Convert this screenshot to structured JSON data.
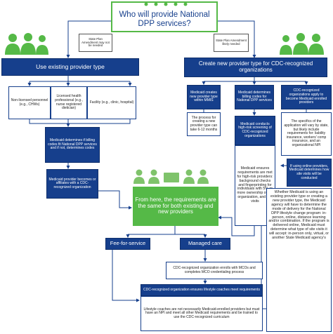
{
  "title": "Who will provide National DPP services?",
  "notes": {
    "left": "State Plan Amendment may not be needed",
    "right": "State Plan Amendment likely needed"
  },
  "use_existing": {
    "header": "Use existing provider type",
    "options": [
      "Non-licensed personnel (e.g., CHWs)",
      "Licensed health professional (e.g., nurse registered dietician)",
      "Facility (e.g., clinic, hospital)"
    ],
    "billing": "Medicaid determines if billing codes fit National DPP services and if not, determines codes",
    "affiliates": "Medicaid provider becomes or affiliates with a CDC-recognized organization"
  },
  "create_new": {
    "header": "Create new provider type for CDC-recognized organizations",
    "col1_top": "Medicaid creates new provider type within MMIS",
    "col1_bottom": "The process for creating a new provider type can take 6-12 months",
    "col2_top": "Medicaid determines billing codes for National DPP services",
    "col2_mid_dark": "Medicaid conducts high-risk screening of CDC-recognized organizations",
    "col2_mid_white": "Medicaid ensures requirements are met for high-risk providers: background checks and fingerprinting for individuals with 5% or more ownership of the organization, and site visits",
    "col3_top": "CDC-recognized organizations apply to become Medicaid enrolled providers",
    "col3_mid": "The specifics of the application will vary by state, but likely include requirements for: liability insurance, workers' comp insurance, and an organizational NPI",
    "col3_online": "If using online providers, Medicaid determines how site visits will be conducted"
  },
  "converge": "From here, the requirements are the same for both existing and new providers",
  "fee_for_service": "Fee-for-service",
  "managed_care": "Managed care",
  "mco": "CDC-recognized organization enrolls with MCOs and completes MCO credentialing process",
  "coaches_header": "CDC-recognized organization ensures lifestyle coaches meet requirements",
  "coaches_body": "Lifestyle coaches are not necessarily Medicaid-enrolled providers but must have an NPI and meet all other Medicaid requirements and be trained to use the CDC-recognized curriculum",
  "side_note": "Whether Medicaid is using an existing provider type or creating a new provider type, the Medicaid agency will have to determine the mode of delivery for the National DPP lifestyle change program: in-person, online, distance learning and/or combination. If the program is delivered online, Medicaid must determine what type of site visits it will accept: in-person only, virtual, or another State Medicaid agency's",
  "colors": {
    "dark_blue": "#163f8c",
    "green": "#55b947",
    "light_green": "#7fc36b"
  }
}
